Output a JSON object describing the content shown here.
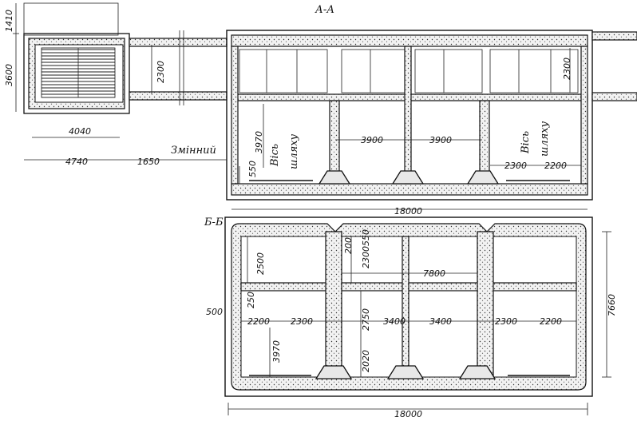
{
  "sections": {
    "top_label": "А-А",
    "bottom_label": "Б-Б"
  },
  "notes": {
    "zminnyi": "Змінний",
    "vis_shlyakhu_1": "Вісь",
    "vis_shlyakhu_1b": "шляху",
    "vis_shlyakhu_2": "Вісь",
    "vis_shlyakhu_2b": "шляху"
  },
  "dimensions_top": {
    "d1410": "1410",
    "d3600": "3600",
    "d2300_left": "2300",
    "d2300_right": "2300",
    "d4040": "4040",
    "d4740": "4740",
    "d1650": "1650",
    "d3970": "3970",
    "d550": "550",
    "d3900_a": "3900",
    "d3900_b": "3900",
    "d2300_bot": "2300",
    "d2200": "2200",
    "d18000": "18000"
  },
  "dimensions_bottom": {
    "d2500": "2500",
    "d200": "200",
    "d2300": "2300",
    "d550": "550",
    "d7800": "7800",
    "d7660": "7660",
    "d500": "500",
    "d250": "250",
    "d2200_l": "2200",
    "d2300_l": "2300",
    "d2750": "2750",
    "d3400_l": "3400",
    "d3400_r": "3400",
    "d2300_r": "2300",
    "d2200_r": "2200",
    "d3970": "3970",
    "d2020": "2020",
    "d18000": "18000"
  }
}
